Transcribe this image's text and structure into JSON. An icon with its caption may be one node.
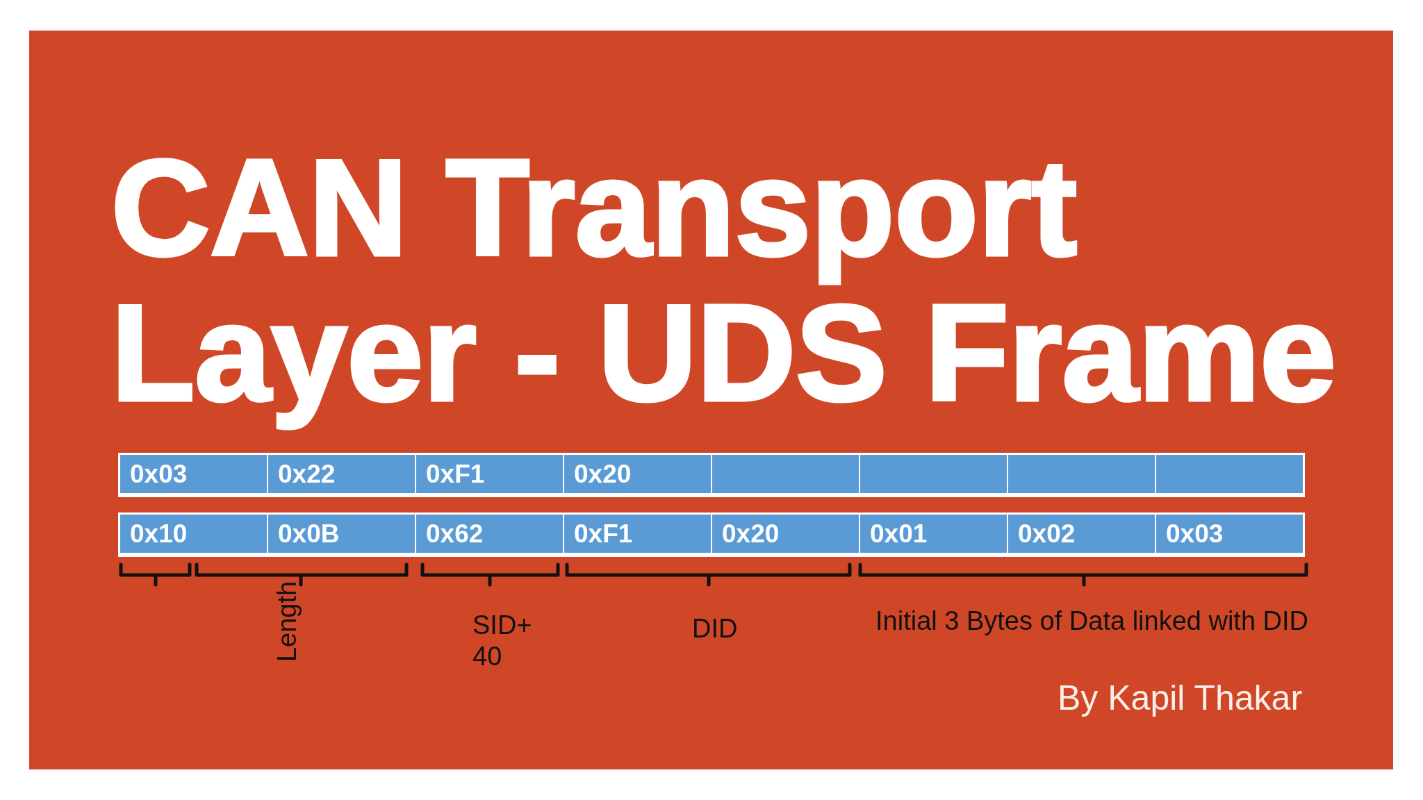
{
  "diagram": {
    "title": "CAN Transport Layer - UDS Frame",
    "nodes": [
      {
        "text": [
          "0x03"
        ]
      },
      {
        "text": [
          "0x22"
        ]
      },
      {
        "text": [
          "0xF1"
        ]
      },
      {
        "text": [
          "0x20"
        ]
      },
      {
        "text": [],
        "shape": "box"
      },
      {
        "text": [],
        "shape": "box"
      },
      {
        "text": [],
        "shape": "box"
      },
      {
        "text": [],
        "shape": "box"
      },
      {
        "text": [
          "0x10"
        ]
      },
      {
        "text": [
          "0x0B"
        ]
      },
      {
        "text": [
          "0x62"
        ]
      },
      {
        "text": [
          "0xF1"
        ]
      },
      {
        "text": [
          "0x20"
        ]
      },
      {
        "text": [
          "0x01"
        ]
      },
      {
        "text": [
          "0x02"
        ]
      },
      {
        "text": [
          "0x03"
        ]
      }
    ],
    "labels": [
      "Length",
      "SID+ 40",
      "DID",
      "Initial 3 Bytes of Data linked with DID",
      "By Kapil Thakar"
    ]
  }
}
